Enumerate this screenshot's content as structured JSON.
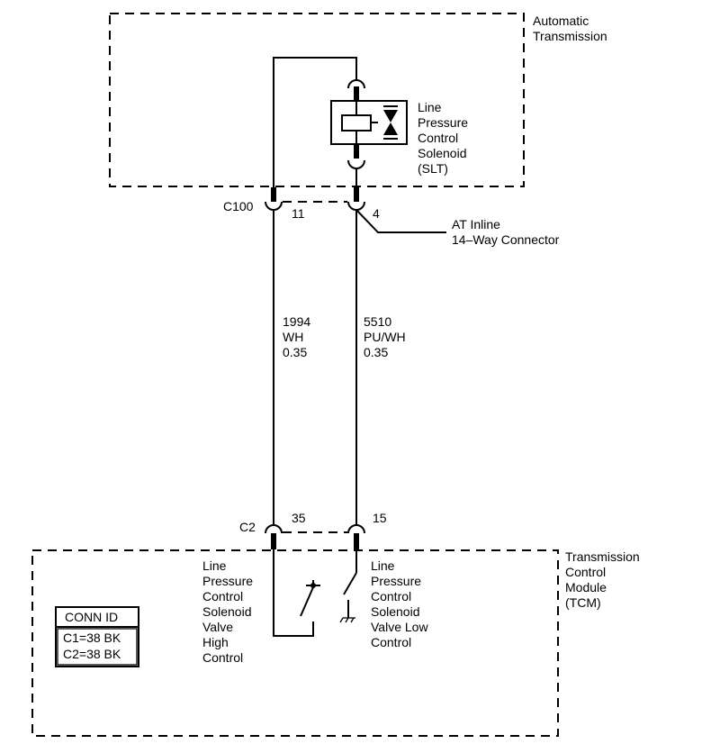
{
  "automatic_transmission": {
    "line1": "Automatic",
    "line2": "Transmission"
  },
  "solenoid": {
    "lines": [
      "Line",
      "Pressure",
      "Control",
      "Solenoid",
      "(SLT)"
    ]
  },
  "c100": {
    "label": "C100",
    "pin_a": "11",
    "pin_b": "4"
  },
  "inline_connector": {
    "line1": "AT Inline",
    "line2": "14–Way Connector"
  },
  "wire_left": {
    "circuit": "1994",
    "color": "WH",
    "gauge": "0.35"
  },
  "wire_right": {
    "circuit": "5510",
    "color": "PU/WH",
    "gauge": "0.35"
  },
  "c2": {
    "label": "C2",
    "pin_a": "35",
    "pin_b": "15"
  },
  "tcm": {
    "lines": [
      "Transmission",
      "Control",
      "Module",
      "(TCM)"
    ]
  },
  "high_control": {
    "lines": [
      "Line",
      "Pressure",
      "Control",
      "Solenoid",
      "Valve",
      "High",
      "Control"
    ]
  },
  "low_control": {
    "lines": [
      "Line",
      "Pressure",
      "Control",
      "Solenoid",
      "Valve Low",
      "Control"
    ]
  },
  "conn_id": {
    "title": "CONN ID",
    "rows": [
      "C1=38 BK",
      "C2=38 BK"
    ]
  }
}
